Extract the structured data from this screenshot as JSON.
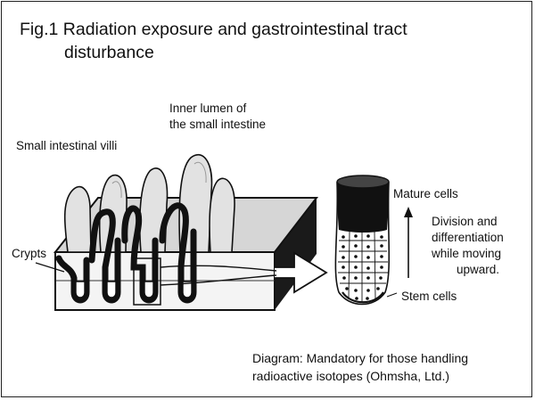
{
  "figure": {
    "title_line1": "Fig.1  Radiation exposure and gastrointestinal tract",
    "title_line2": "disturbance"
  },
  "labels": {
    "inner_lumen_1": "Inner lumen of",
    "inner_lumen_2": "the small intestine",
    "villi": "Small intestinal villi",
    "crypts": "Crypts",
    "mature_cells": "Mature cells",
    "division_1": "Division and",
    "division_2": "differentiation",
    "division_3": "while moving",
    "division_4": "upward.",
    "stem_cells": "Stem cells"
  },
  "caption": {
    "line1": "Diagram: Mandatory for those handling",
    "line2": "radioactive isotopes (Ohmsha, Ltd.)"
  }
}
